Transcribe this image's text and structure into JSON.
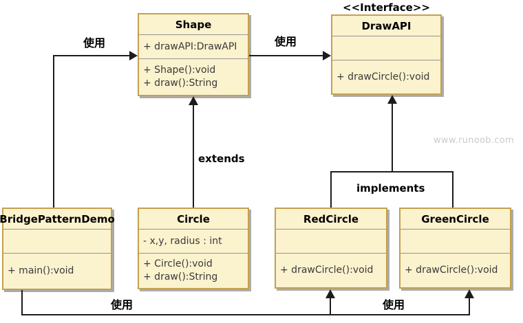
{
  "diagram": {
    "watermark": "www.runoob.com"
  },
  "classes": [
    {
      "name": "Shape",
      "attributes": [
        "+ drawAPI:DrawAPI"
      ],
      "methods": [
        "+ Shape():void",
        "+ draw():String"
      ]
    },
    {
      "name": "DrawAPI",
      "stereotype": "<<Interface>>",
      "attributes": [],
      "methods": [
        "+ drawCircle():void"
      ]
    },
    {
      "name": "BridgePatternDemo",
      "attributes": [],
      "methods": [
        "+ main():void"
      ]
    },
    {
      "name": "Circle",
      "attributes": [
        "- x,y, radius : int"
      ],
      "methods": [
        "+ Circle():void",
        "+ draw():String"
      ]
    },
    {
      "name": "RedCircle",
      "attributes": [],
      "methods": [
        "+ drawCircle():void"
      ]
    },
    {
      "name": "GreenCircle",
      "attributes": [],
      "methods": [
        "+ drawCircle():void"
      ]
    }
  ],
  "relationships": [
    {
      "from": "BridgePatternDemo",
      "to": "Shape",
      "type": "uses",
      "label": "使用"
    },
    {
      "from": "Shape",
      "to": "DrawAPI",
      "type": "uses",
      "label": "使用"
    },
    {
      "from": "Circle",
      "to": "Shape",
      "type": "extends",
      "label": "extends"
    },
    {
      "from": "RedCircle",
      "to": "DrawAPI",
      "type": "implements",
      "label": "implements"
    },
    {
      "from": "GreenCircle",
      "to": "DrawAPI",
      "type": "implements",
      "label": "implements"
    },
    {
      "from": "BridgePatternDemo",
      "to": "RedCircle",
      "type": "uses",
      "label": "使用"
    },
    {
      "from": "BridgePatternDemo",
      "to": "GreenCircle",
      "type": "uses",
      "label": "使用"
    }
  ],
  "colors": {
    "box_fill": "#FBF2CE",
    "box_border": "#C3A04E",
    "divider": "#949494",
    "shadow": "#ABABAB",
    "line": "#1C1C1C",
    "member_text": "#3A3A3A",
    "title_text": "#000000",
    "watermark": "#CBCBCB"
  }
}
